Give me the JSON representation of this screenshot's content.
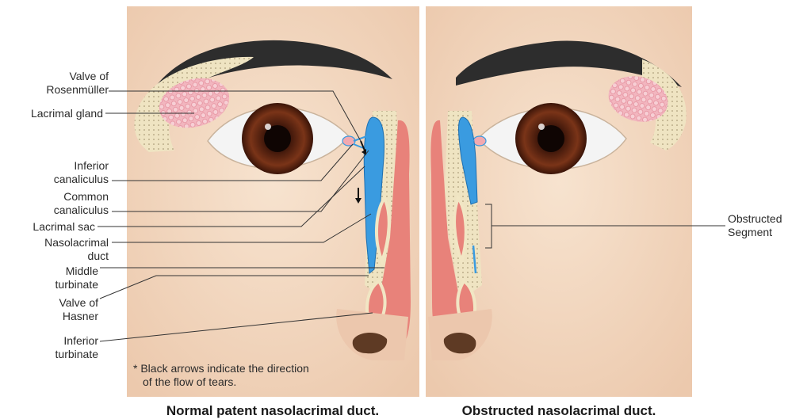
{
  "labels_left": {
    "valve_rosenmuller_1": "Valve of",
    "valve_rosenmuller_2": "Rosenmüller",
    "lacrimal_gland": "Lacrimal gland",
    "inferior_canaliculus_1": "Inferior",
    "inferior_canaliculus_2": "canaliculus",
    "common_canaliculus_1": "Common",
    "common_canaliculus_2": "canaliculus",
    "lacrimal_sac": "Lacrimal sac",
    "nasolacrimal_duct_1": "Nasolacrimal",
    "nasolacrimal_duct_2": "duct",
    "middle_turbinate_1": "Middle",
    "middle_turbinate_2": "turbinate",
    "valve_hasner_1": "Valve of",
    "valve_hasner_2": "Hasner",
    "inferior_turbinate_1": "Inferior",
    "inferior_turbinate_2": "turbinate"
  },
  "labels_right": {
    "obstructed_segment_1": "Obstructed",
    "obstructed_segment_2": "Segment"
  },
  "note_line1": "* Black arrows indicate the direction",
  "note_line2": "of the flow of tears.",
  "caption_left": "Normal patent nasolacrimal duct.",
  "caption_right": "Obstructed nasolacrimal duct.",
  "colors": {
    "skin": "#f3dcc6",
    "duct_blue": "#3a9be0",
    "turbinate_pink": "#e8827a",
    "bone": "#f1e6c4",
    "iris": "#6b2a14"
  }
}
